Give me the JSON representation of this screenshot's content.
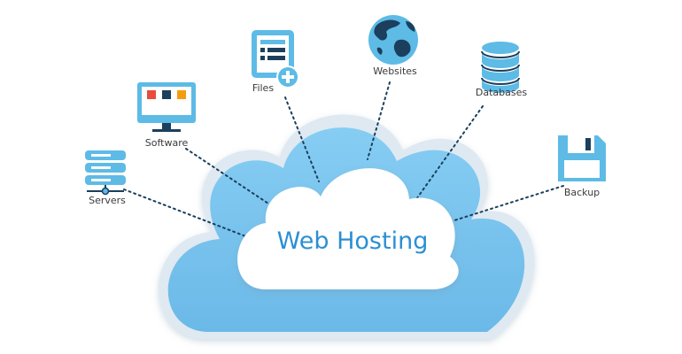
{
  "center": {
    "label": "Web Hosting"
  },
  "nodes": [
    {
      "id": "servers",
      "label": "Servers",
      "icon": "servers-icon"
    },
    {
      "id": "software",
      "label": "Software",
      "icon": "monitor-icon"
    },
    {
      "id": "files",
      "label": "Files",
      "icon": "file-add-icon"
    },
    {
      "id": "websites",
      "label": "Websites",
      "icon": "globe-icon"
    },
    {
      "id": "databases",
      "label": "Databases",
      "icon": "database-icon"
    },
    {
      "id": "backup",
      "label": "Backup",
      "icon": "floppy-disk-icon"
    }
  ],
  "colors": {
    "cloud_fill": "#79c3ed",
    "cloud_rim": "#d7e6f0",
    "inner_cloud": "#ffffff",
    "icon_blue": "#5dbbe6",
    "icon_dark": "#1b3f5c",
    "accent_red": "#e84c3d",
    "accent_orange": "#f39c12"
  }
}
